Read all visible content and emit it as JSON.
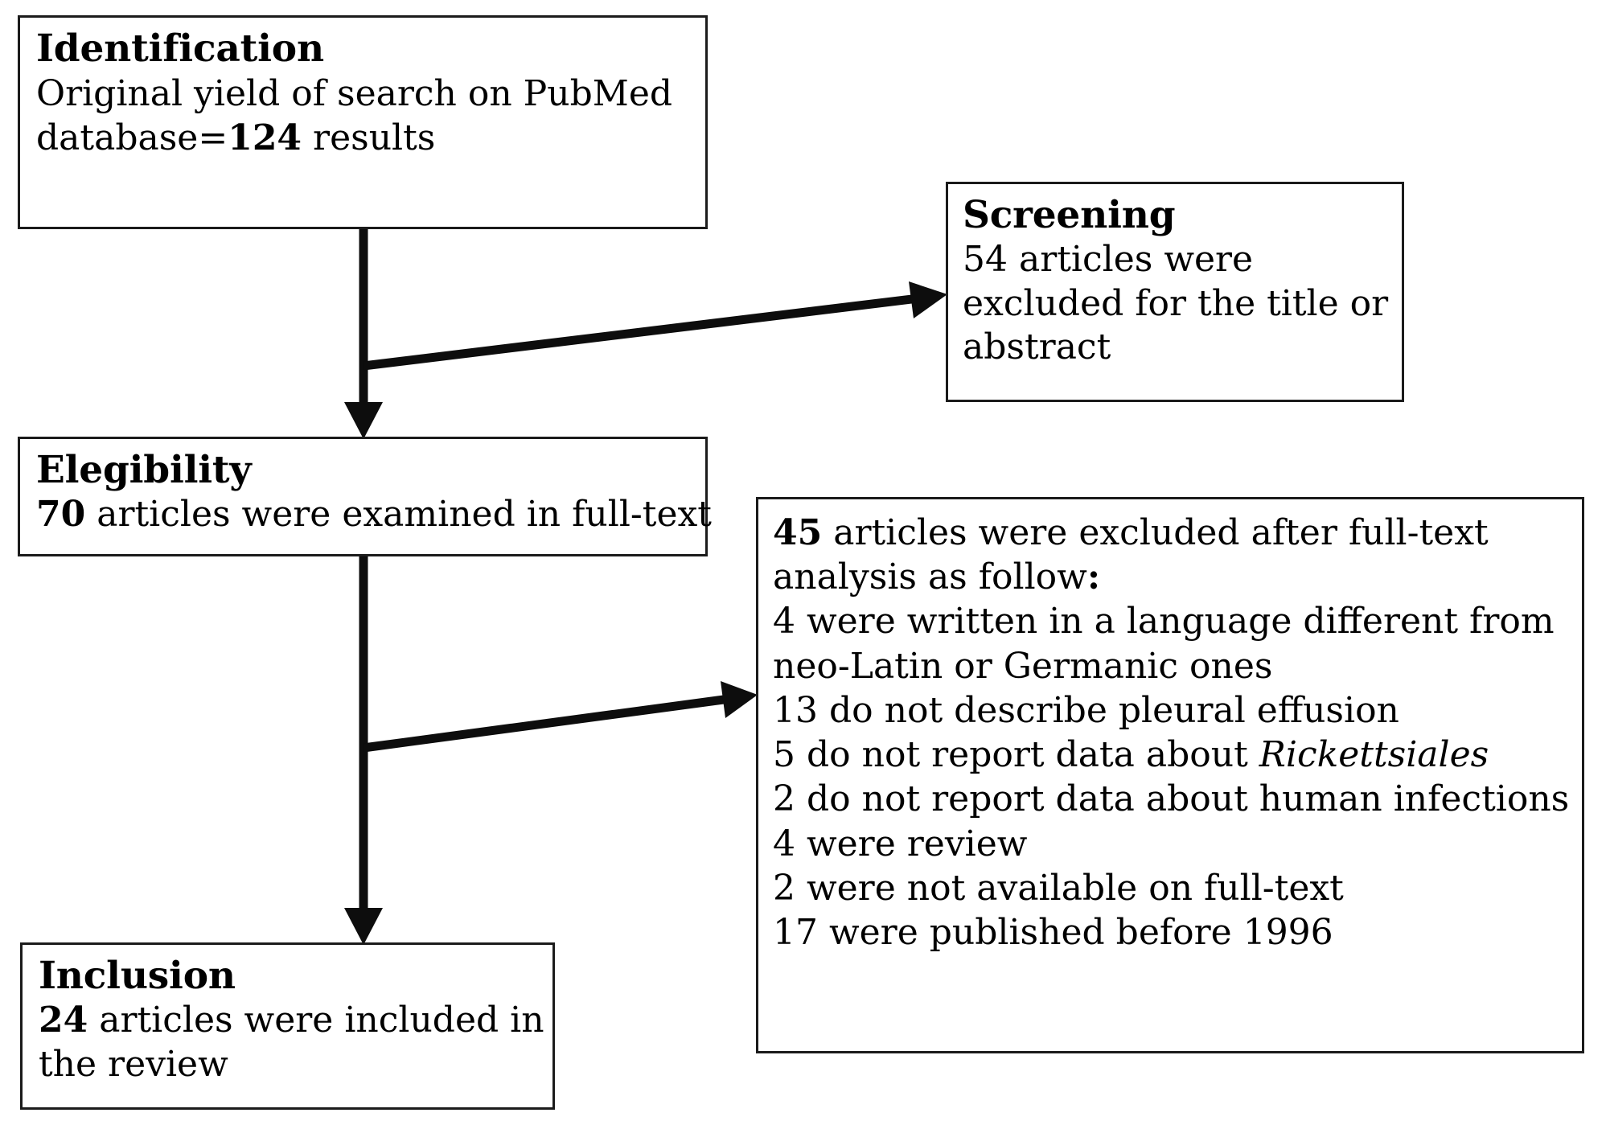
{
  "diagram": {
    "type": "prisma-flow-diagram",
    "stroke_color": "#1b1b1b",
    "background_color": "#ffffff",
    "boxes": {
      "identification": {
        "title": "Identification",
        "line1_a": "Original yield of search on PubMed",
        "line2_a": "database=",
        "line2_count": "124",
        "line2_b": " results"
      },
      "screening": {
        "title": "Screening",
        "line1": "54 articles were",
        "line2": "excluded for the title or",
        "line3": "abstract"
      },
      "elegibility": {
        "title": "Elegibility",
        "count": "70",
        "line1_rest": " articles were examined in full-text"
      },
      "exclusion": {
        "count": "45",
        "header_rest": " articles were excluded after full-text",
        "header_line2": "analysis as follow",
        "header_colon": ":",
        "items": [
          "4 were written in a language different from",
          "neo-Latin or Germanic ones",
          "13 do not describe pleural effusion"
        ],
        "item_rickettsiales_a": "5 do not report data about ",
        "item_rickettsiales_it": "Rickettsiales",
        "items_tail": [
          "2 do not report data about human infections",
          "4 were review",
          "2 were not available on full-text",
          "17 were published before 1996"
        ]
      },
      "inclusion": {
        "title": "Inclusion",
        "count": "24",
        "line1_rest": " articles were included in",
        "line2": "the review"
      }
    },
    "connectors": [
      {
        "name": "identification-to-elegibility",
        "kind": "vertical-arrow"
      },
      {
        "name": "identification-to-screening",
        "kind": "diagonal-arrow"
      },
      {
        "name": "elegibility-to-inclusion",
        "kind": "vertical-arrow"
      },
      {
        "name": "elegibility-to-exclusion",
        "kind": "diagonal-arrow"
      }
    ]
  }
}
